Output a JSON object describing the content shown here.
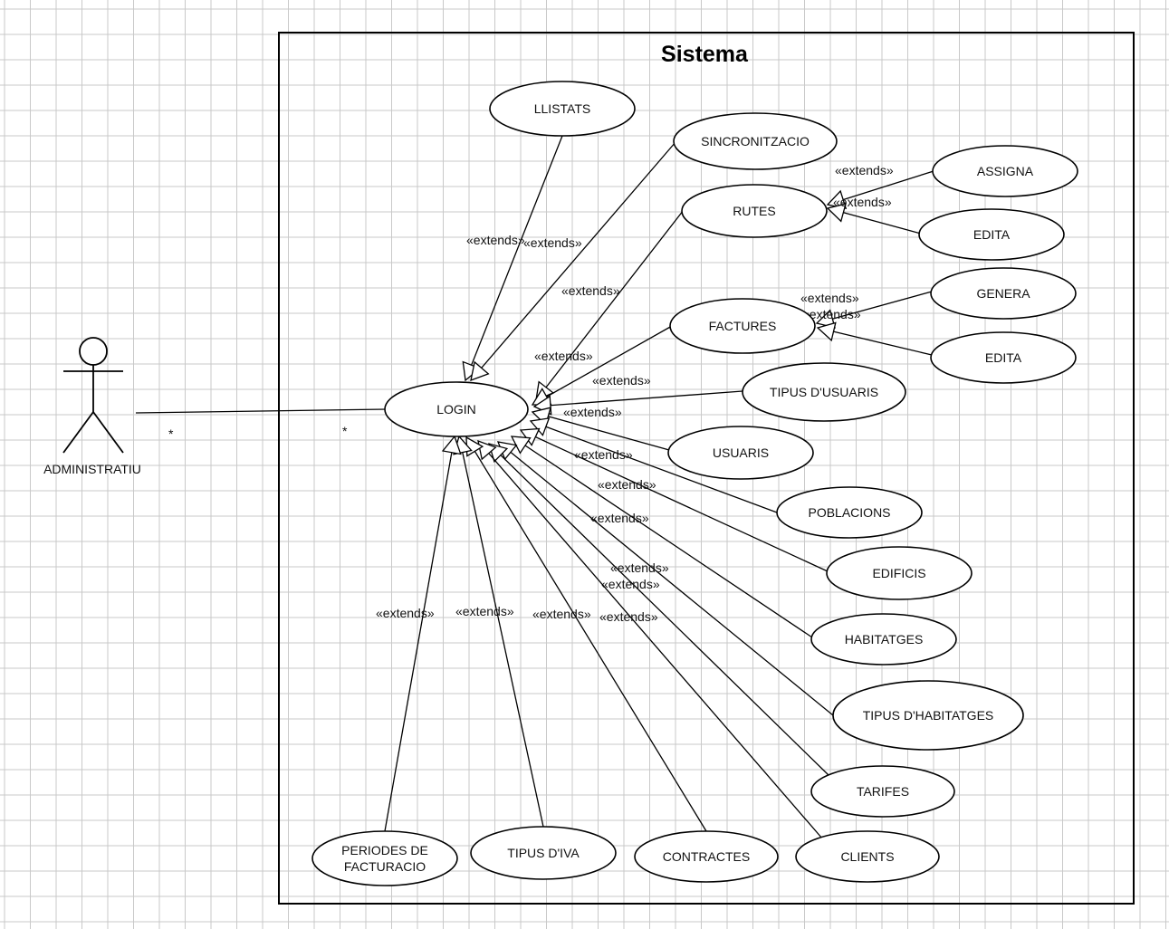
{
  "system": {
    "title": "Sistema"
  },
  "actor": {
    "name": "ADMINISTRATIU"
  },
  "association": {
    "actor_multiplicity": "*",
    "usecase_multiplicity": "*"
  },
  "stereotype": "«extends»",
  "use_cases": [
    {
      "id": "login",
      "label": "LOGIN"
    },
    {
      "id": "llistats",
      "label": "LLISTATS"
    },
    {
      "id": "sincronitzacio",
      "label": "SINCRONITZACIO"
    },
    {
      "id": "rutes",
      "label": "RUTES"
    },
    {
      "id": "assigna",
      "label": "ASSIGNA"
    },
    {
      "id": "edita-rutes",
      "label": "EDITA"
    },
    {
      "id": "factures",
      "label": "FACTURES"
    },
    {
      "id": "genera",
      "label": "GENERA"
    },
    {
      "id": "edita-factures",
      "label": "EDITA"
    },
    {
      "id": "tipus-usuaris",
      "label": "TIPUS D'USUARIS"
    },
    {
      "id": "usuaris",
      "label": "USUARIS"
    },
    {
      "id": "poblacions",
      "label": "POBLACIONS"
    },
    {
      "id": "edificis",
      "label": "EDIFICIS"
    },
    {
      "id": "habitatges",
      "label": "HABITATGES"
    },
    {
      "id": "tipus-habitatges",
      "label": "TIPUS D'HABITATGES"
    },
    {
      "id": "tarifes",
      "label": "TARIFES"
    },
    {
      "id": "clients",
      "label": "CLIENTS"
    },
    {
      "id": "contractes",
      "label": "CONTRACTES"
    },
    {
      "id": "tipus-iva",
      "label": "TIPUS D'IVA"
    },
    {
      "id": "periodes-facturacio",
      "label": "PERIODES DE FACTURACIO"
    }
  ],
  "extends": [
    {
      "from": "llistats",
      "to": "login"
    },
    {
      "from": "sincronitzacio",
      "to": "login"
    },
    {
      "from": "rutes",
      "to": "login"
    },
    {
      "from": "factures",
      "to": "login"
    },
    {
      "from": "tipus-usuaris",
      "to": "login"
    },
    {
      "from": "usuaris",
      "to": "login"
    },
    {
      "from": "poblacions",
      "to": "login"
    },
    {
      "from": "edificis",
      "to": "login"
    },
    {
      "from": "habitatges",
      "to": "login"
    },
    {
      "from": "tipus-habitatges",
      "to": "login"
    },
    {
      "from": "tarifes",
      "to": "login"
    },
    {
      "from": "clients",
      "to": "login"
    },
    {
      "from": "contractes",
      "to": "login"
    },
    {
      "from": "tipus-iva",
      "to": "login"
    },
    {
      "from": "periodes-facturacio",
      "to": "login"
    },
    {
      "from": "assigna",
      "to": "rutes"
    },
    {
      "from": "edita-rutes",
      "to": "rutes"
    },
    {
      "from": "genera",
      "to": "factures"
    },
    {
      "from": "edita-factures",
      "to": "factures"
    }
  ]
}
